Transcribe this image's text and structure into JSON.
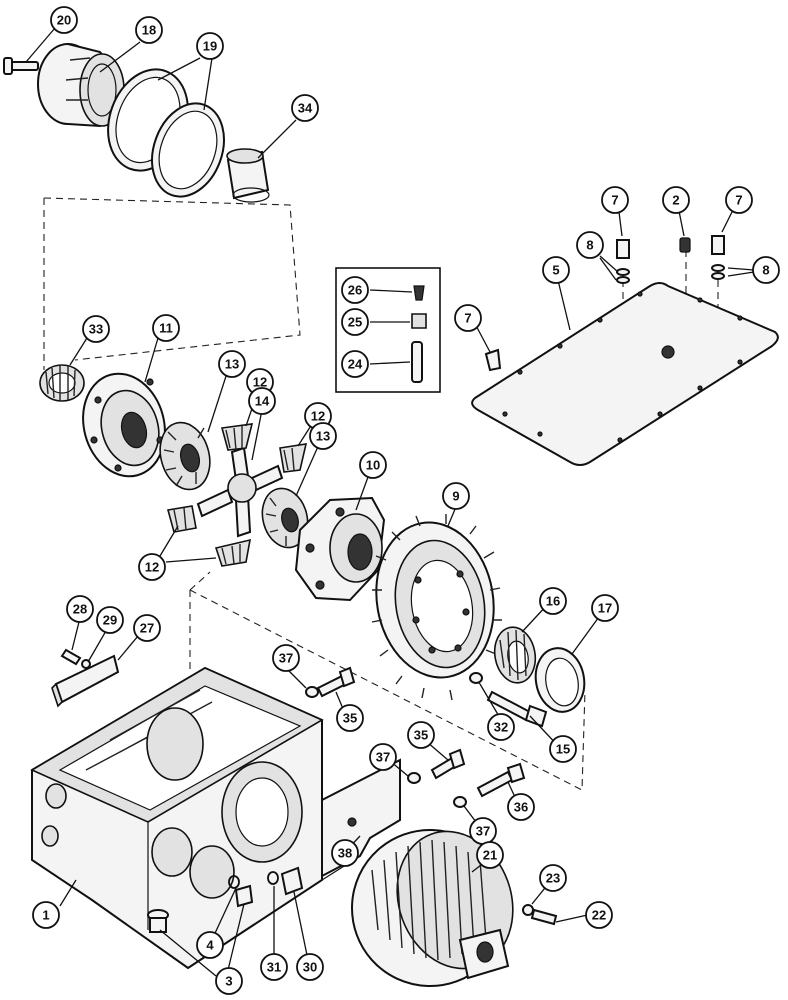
{
  "callouts": [
    {
      "id": "1",
      "label": "1"
    },
    {
      "id": "2",
      "label": "2"
    },
    {
      "id": "3",
      "label": "3"
    },
    {
      "id": "4",
      "label": "4"
    },
    {
      "id": "5",
      "label": "5"
    },
    {
      "id": "7a",
      "label": "7"
    },
    {
      "id": "7b",
      "label": "7"
    },
    {
      "id": "7c",
      "label": "7"
    },
    {
      "id": "8a",
      "label": "8"
    },
    {
      "id": "8b",
      "label": "8"
    },
    {
      "id": "9",
      "label": "9"
    },
    {
      "id": "10",
      "label": "10"
    },
    {
      "id": "11",
      "label": "11"
    },
    {
      "id": "12a",
      "label": "12"
    },
    {
      "id": "12b",
      "label": "12"
    },
    {
      "id": "12c",
      "label": "12"
    },
    {
      "id": "13a",
      "label": "13"
    },
    {
      "id": "13b",
      "label": "13"
    },
    {
      "id": "14",
      "label": "14"
    },
    {
      "id": "15",
      "label": "15"
    },
    {
      "id": "16",
      "label": "16"
    },
    {
      "id": "17",
      "label": "17"
    },
    {
      "id": "18",
      "label": "18"
    },
    {
      "id": "19",
      "label": "19"
    },
    {
      "id": "20",
      "label": "20"
    },
    {
      "id": "21",
      "label": "21"
    },
    {
      "id": "22",
      "label": "22"
    },
    {
      "id": "23",
      "label": "23"
    },
    {
      "id": "24",
      "label": "24"
    },
    {
      "id": "25",
      "label": "25"
    },
    {
      "id": "26",
      "label": "26"
    },
    {
      "id": "27",
      "label": "27"
    },
    {
      "id": "28",
      "label": "28"
    },
    {
      "id": "29",
      "label": "29"
    },
    {
      "id": "30",
      "label": "30"
    },
    {
      "id": "31",
      "label": "31"
    },
    {
      "id": "32",
      "label": "32"
    },
    {
      "id": "33",
      "label": "33"
    },
    {
      "id": "34",
      "label": "34"
    },
    {
      "id": "35a",
      "label": "35"
    },
    {
      "id": "35b",
      "label": "35"
    },
    {
      "id": "36",
      "label": "36"
    },
    {
      "id": "37a",
      "label": "37"
    },
    {
      "id": "37b",
      "label": "37"
    },
    {
      "id": "37c",
      "label": "37"
    },
    {
      "id": "38",
      "label": "38"
    }
  ]
}
